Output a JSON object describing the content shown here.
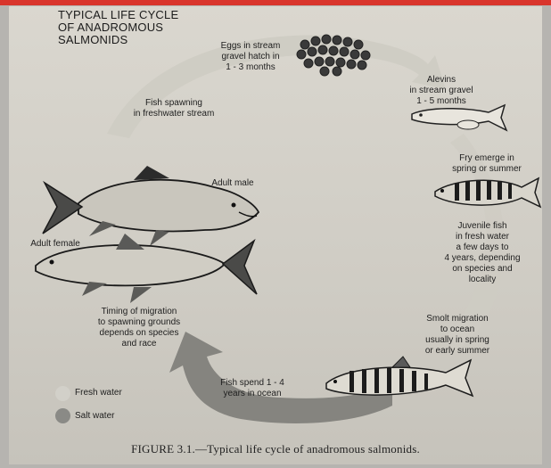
{
  "title": "TYPICAL LIFE CYCLE\nOF ANADROMOUS\nSALMONIDS",
  "stages": {
    "eggs": "Eggs in stream\ngravel hatch in\n1 - 3 months",
    "alevins": "Alevins\nin stream gravel\n1 - 5 months",
    "fry": "Fry emerge in\nspring or summer",
    "juvenile": "Juvenile fish\nin fresh water\na few days to\n4 years, depending\non species and\nlocality",
    "smolt": "Smolt migration\nto ocean\nusually in spring\nor early summer",
    "ocean": "Fish spend 1 - 4\nyears in ocean",
    "timing": "Timing of migration\nto spawning grounds\ndepends on species\nand race",
    "spawning": "Fish spawning\nin freshwater stream",
    "adult_male": "Adult male",
    "adult_female": "Adult female"
  },
  "legend": {
    "fresh": "Fresh water",
    "salt": "Salt water",
    "fresh_color": "#d2d0c9",
    "salt_color": "#8a8a86"
  },
  "caption": "FIGURE 3.1.—Typical life cycle of anadromous salmonids."
}
